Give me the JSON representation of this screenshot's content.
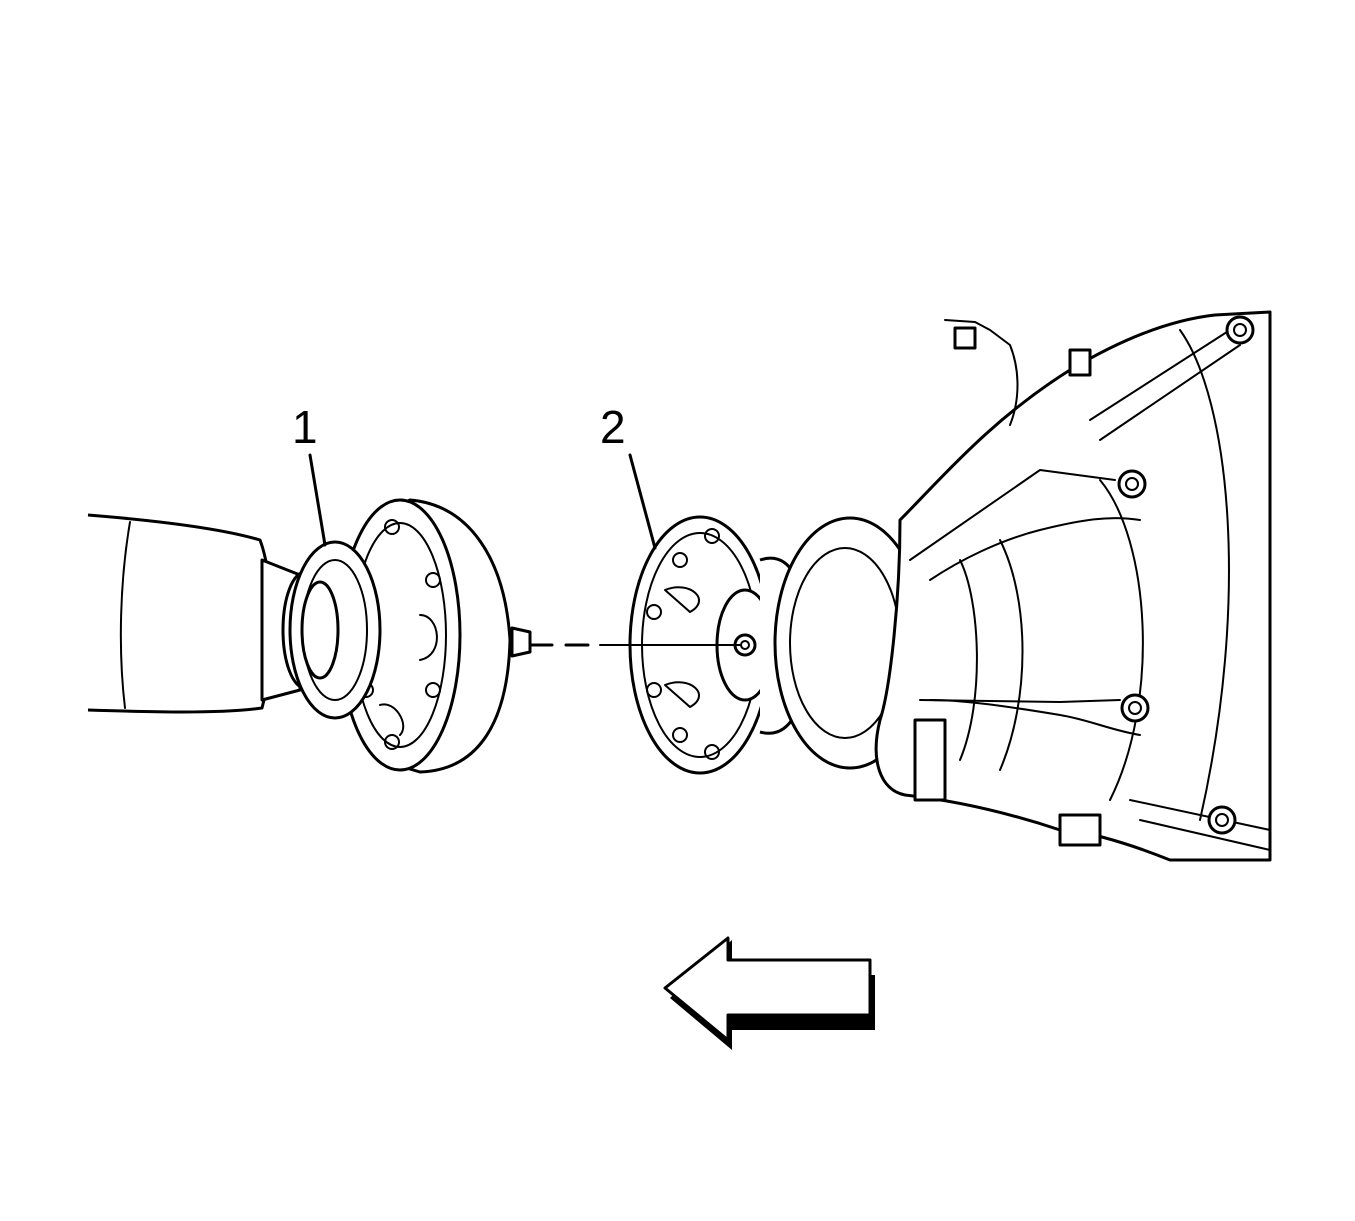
{
  "callouts": [
    {
      "id": "1",
      "label": "1"
    },
    {
      "id": "2",
      "label": "2"
    }
  ],
  "colors": {
    "line": "#000000",
    "background": "#ffffff"
  },
  "icons": {
    "direction": "left-arrow-icon"
  }
}
